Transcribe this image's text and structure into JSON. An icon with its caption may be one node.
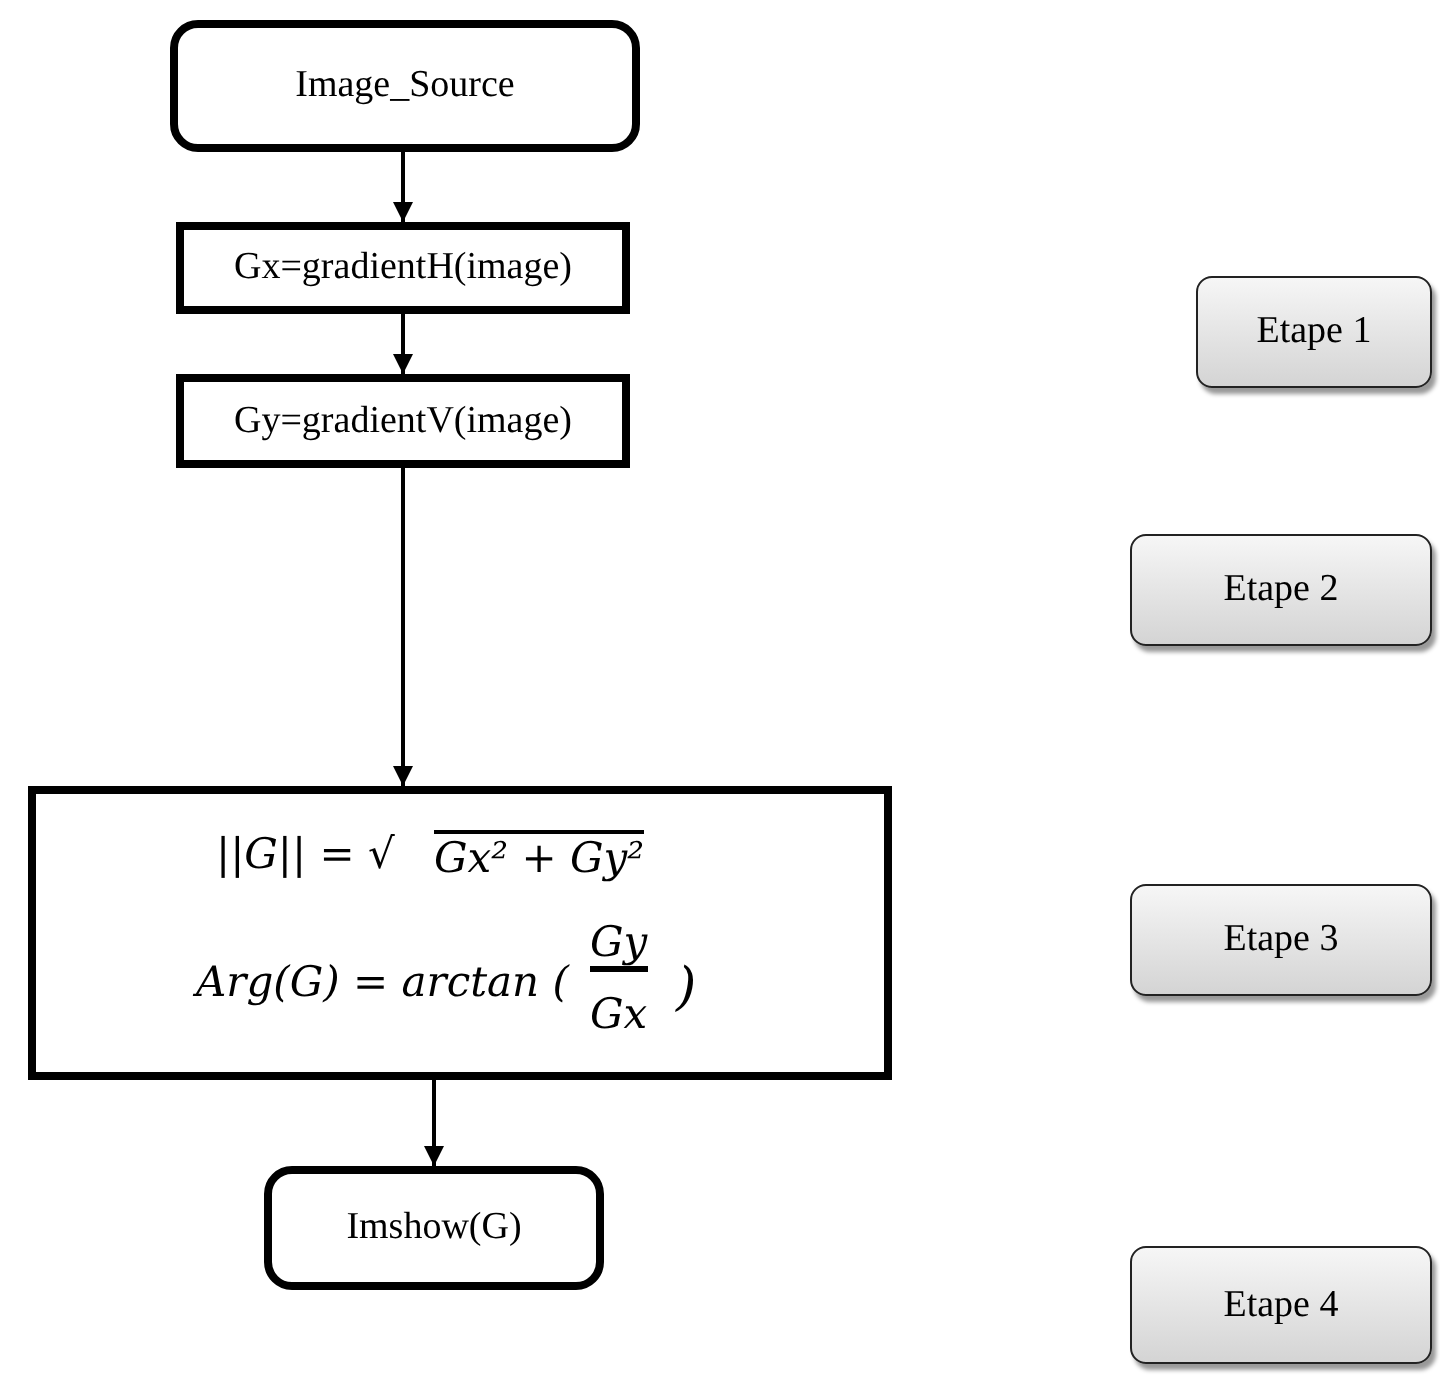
{
  "diagram": {
    "nodes": [
      {
        "text": [
          "Image_Source"
        ]
      },
      {
        "text": [
          "Gx=gradientH(image)"
        ]
      },
      {
        "text": [
          "Gy=gradientV(image)"
        ]
      },
      {
        "text": [
          "||G|| = √",
          "Gx² + Gy²",
          "Arg(G) = arctan (",
          "Gy",
          "Gx",
          ")"
        ]
      },
      {
        "text": [
          "Imshow(G)"
        ]
      },
      {
        "text": [
          "Etape 1"
        ]
      },
      {
        "text": [
          "Etape 2"
        ]
      },
      {
        "text": [
          "Etape 3"
        ]
      },
      {
        "text": [
          "Etape 4"
        ]
      }
    ],
    "edges": [
      {
        "from": 0,
        "to": 1,
        "arrow": "to"
      },
      {
        "from": 1,
        "to": 2,
        "arrow": "to"
      },
      {
        "from": 2,
        "to": 3,
        "arrow": "to"
      },
      {
        "from": 3,
        "to": 4,
        "arrow": "to"
      }
    ]
  }
}
